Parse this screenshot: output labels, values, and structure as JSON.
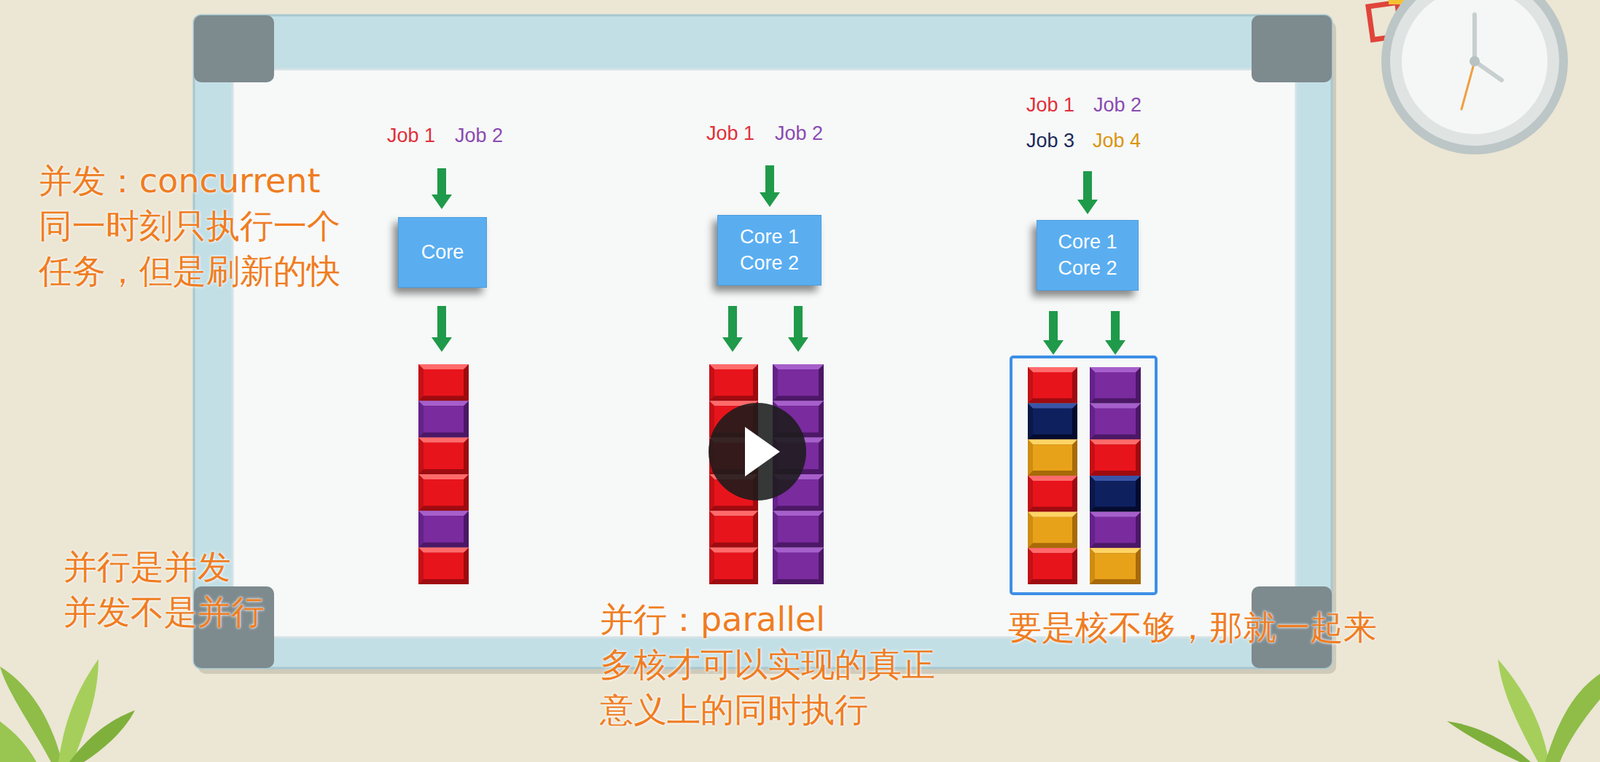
{
  "diagram": {
    "nodes": [
      {
        "text": [
          "Core"
        ]
      },
      {
        "text": [
          "Core 1 Core 2"
        ]
      },
      {
        "text": [
          "Core 1 Core 2"
        ]
      }
    ],
    "labels": [
      "并发：concurrent 同一时刻只执行一个 任务，但是刷新的快",
      "Job 1",
      "Job 2",
      "Job 1",
      "Job 2",
      "Job 1",
      "Job 2",
      "Job 3",
      "Job 4",
      "并行是并发 并发不是并行",
      "并行：parallel 多核才可以实现的真正 意义上的同时执行",
      "要是核不够，那就一起来"
    ]
  }
}
